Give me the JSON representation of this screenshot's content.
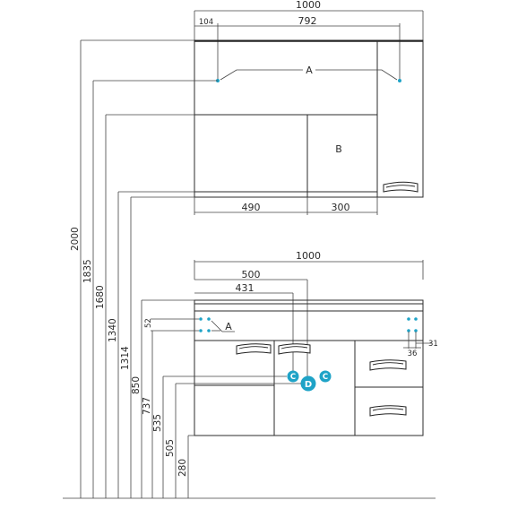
{
  "colors": {
    "line": "#2b2b2b",
    "marker": "#1fa3c7",
    "marker_text": "#ffffff"
  },
  "top_unit": {
    "overall_width": "1000",
    "left_offset": "104",
    "inner_span": "792",
    "left_section_width": "490",
    "right_section_width": "300",
    "mount_label": "A",
    "zone_label": "B"
  },
  "bottom_unit": {
    "overall_width": "1000",
    "dim_500": "500",
    "dim_431": "431",
    "dim_52": "52",
    "dim_31": "31",
    "dim_36": "36",
    "mount_label": "A",
    "marker_c1": "C",
    "marker_c2": "C",
    "marker_d": "D"
  },
  "heights": [
    "2000",
    "1835",
    "1680",
    "1340",
    "1314",
    "850",
    "737",
    "535",
    "505",
    "280"
  ]
}
